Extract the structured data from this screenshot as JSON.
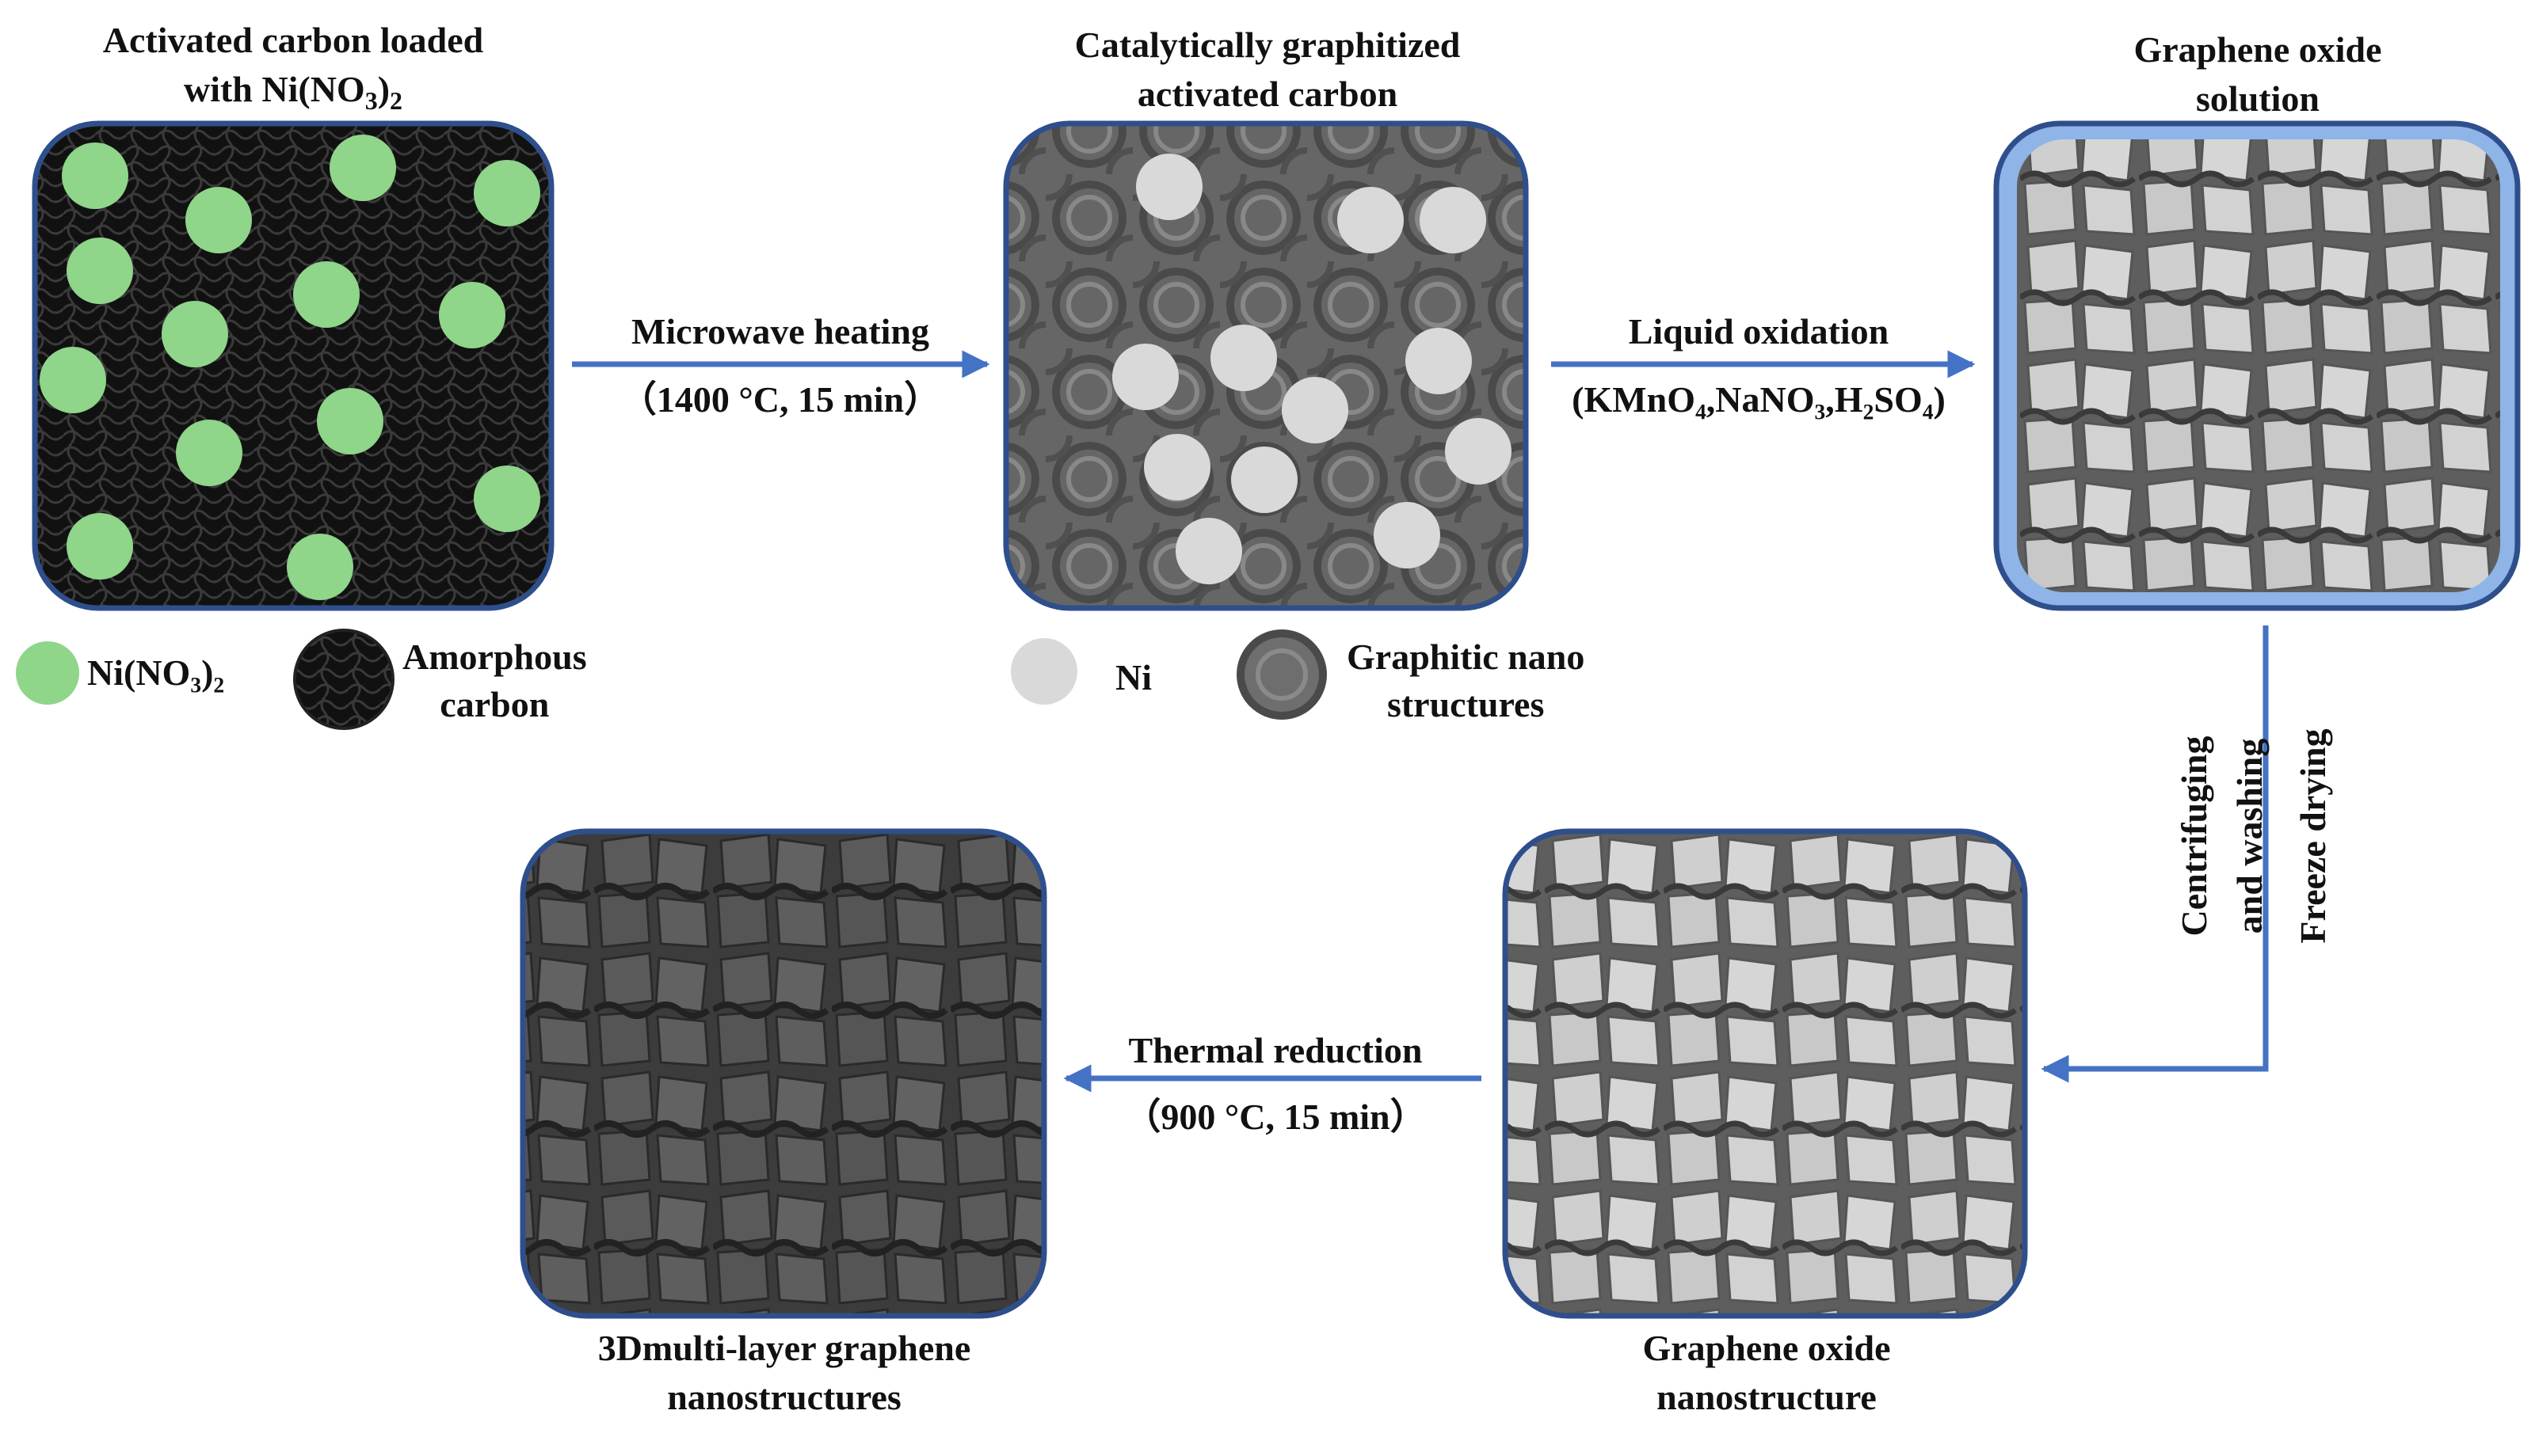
{
  "panels": {
    "p1": {
      "title_line1": "Activated carbon loaded",
      "title_line2_prefix": "with Ni(NO",
      "title_sub1": "3",
      "title_mid": ")",
      "title_sub2": "2"
    },
    "p2": {
      "title_line1": "Catalytically graphitized",
      "title_line2": "activated carbon"
    },
    "p3": {
      "title_line1": "Graphene oxide",
      "title_line2": "solution"
    },
    "p4": {
      "title_line1": "Graphene oxide",
      "title_line2": "nanostructure"
    },
    "p5": {
      "title_line1": "3Dmulti-layer graphene",
      "title_line2": "nanostructures"
    }
  },
  "arrows": {
    "a1": {
      "line1": "Microwave heating",
      "line2": "（1400 °C, 15 min）"
    },
    "a2": {
      "line1": "Liquid oxidation",
      "line2": "(KMnO₄,NaNO₃,H₂SO₄)"
    },
    "a3": {
      "col1": "Centrifuging",
      "col2": "and washing",
      "col3": "Freeze drying"
    },
    "a4": {
      "line1": "Thermal reduction",
      "line2": "（900 °C, 15 min）"
    }
  },
  "legend": {
    "ni_nitrate": "Ni(NO₃)₂",
    "amorphous_line1": "Amorphous",
    "amorphous_line2": "carbon",
    "ni": "Ni",
    "graphitic_line1": "Graphitic nano",
    "graphitic_line2": "structures"
  },
  "colors": {
    "frame": "#2e4f8c",
    "arrow": "#4472c4",
    "ni_nitrate": "#8fd58a",
    "ni": "#d9d9d9",
    "graphitic": "#6e6e6e",
    "solution_bg": "#8eb4e8",
    "flake_light": "#cfcfcf",
    "flake_dark": "#5a5a5a"
  }
}
